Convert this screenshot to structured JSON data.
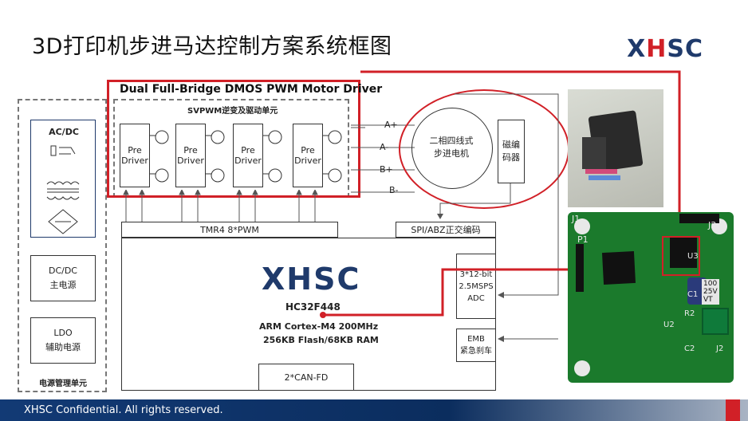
{
  "title": "3D打印机步进马达控制方案系统框图",
  "logo": {
    "prefix": "X",
    "middle": "H",
    "suffix": "SC"
  },
  "motor_driver": {
    "header": "Dual Full-Bridge DMOS PWM Motor Driver",
    "subheader": "SVPWM逆变及驱动单元",
    "pre_driver_label": "Pre\nDriver"
  },
  "power": {
    "acdc": "AC/DC",
    "dcdc": "DC/DC\n主电源",
    "ldo": "LDO\n辅助电源",
    "footer": "电源管理单元"
  },
  "motor": {
    "label": "二相四线式\n步进电机",
    "encoder": "磁编\n码器",
    "phases": [
      "A+",
      "A-",
      "B+",
      "B-"
    ]
  },
  "mcu": {
    "tmr": "TMR4  8*PWM",
    "spi": "SPI/ABZ正交编码",
    "logo": "XHSC",
    "part": "HC32F448",
    "core": "ARM Cortex-M4 200MHz",
    "memory": "256KB Flash/68KB RAM",
    "adc": "3*12-bit\n2.5MSPS\nADC",
    "emb": "EMB\n紧急刹车",
    "can": "2*CAN-FD"
  },
  "pcb_labels": {
    "j1": "J1",
    "j3": "J3",
    "p1": "P1",
    "u3": "U3",
    "c1": "C1",
    "r2": "R2",
    "u2": "U2",
    "c2": "C2",
    "j2": "J2",
    "cap": "100\n25V\nVT"
  },
  "footer": "XHSC Confidential. All rights reserved.",
  "colors": {
    "accent_red": "#d12027",
    "brand_blue": "#1f3a6b",
    "pcb_green": "#1b7a2c"
  }
}
